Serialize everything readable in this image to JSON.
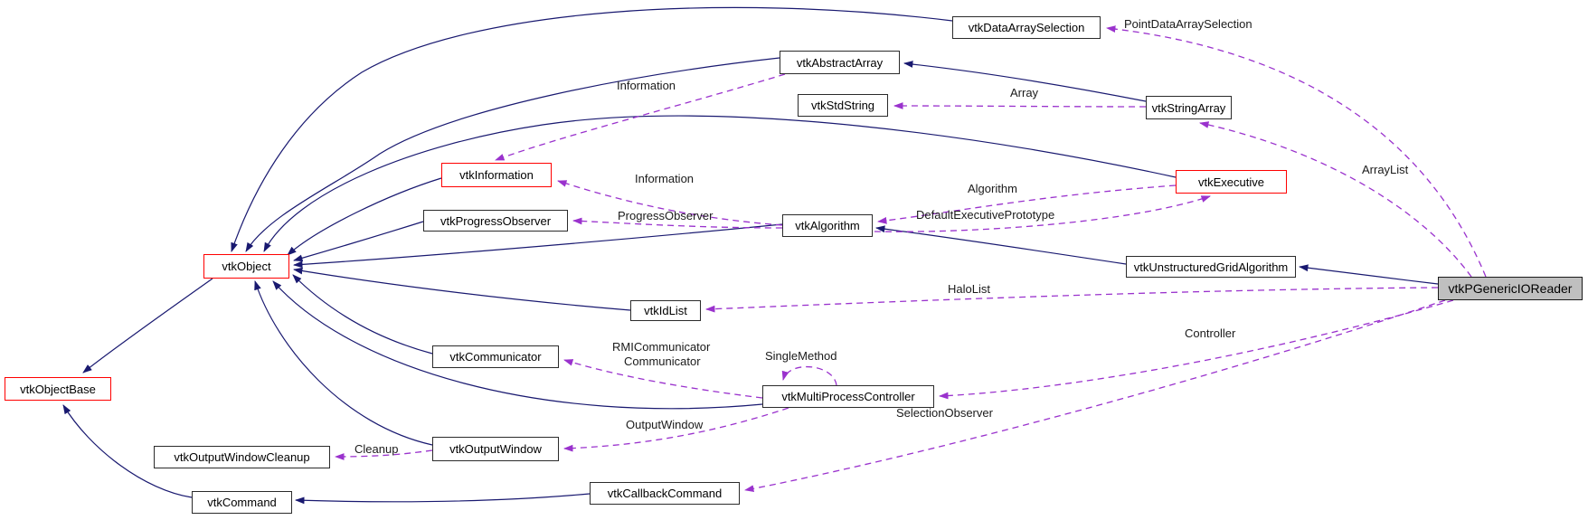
{
  "diagram_type": "class-collaboration-graph",
  "colors": {
    "inheritance_edge": "#191970",
    "usage_edge": "#9a32cd",
    "highlight_border": "#ff0000",
    "focus_fill": "#bfbfbf",
    "node_border": "#2b2b2b",
    "background": "#ffffff"
  },
  "nodes": [
    {
      "label": "vtkDataArraySelection",
      "style": "normal"
    },
    {
      "label": "vtkAbstractArray",
      "style": "normal"
    },
    {
      "label": "vtkStdString",
      "style": "normal"
    },
    {
      "label": "vtkStringArray",
      "style": "normal"
    },
    {
      "label": "vtkInformation",
      "style": "red-highlight"
    },
    {
      "label": "vtkExecutive",
      "style": "red-highlight"
    },
    {
      "label": "vtkProgressObserver",
      "style": "normal"
    },
    {
      "label": "vtkAlgorithm",
      "style": "normal"
    },
    {
      "label": "vtkObject",
      "style": "red-highlight"
    },
    {
      "label": "vtkUnstructuredGridAlgorithm",
      "style": "normal"
    },
    {
      "label": "vtkPGenericIOReader",
      "style": "focus-gray"
    },
    {
      "label": "vtkIdList",
      "style": "normal"
    },
    {
      "label": "vtkCommunicator",
      "style": "normal"
    },
    {
      "label": "vtkMultiProcessController",
      "style": "normal"
    },
    {
      "label": "vtkObjectBase",
      "style": "red-highlight"
    },
    {
      "label": "vtkOutputWindowCleanup",
      "style": "normal"
    },
    {
      "label": "vtkOutputWindow",
      "style": "normal"
    },
    {
      "label": "vtkCommand",
      "style": "normal"
    },
    {
      "label": "vtkCallbackCommand",
      "style": "normal"
    }
  ],
  "edge_labels": [
    {
      "text": "PointDataArraySelection"
    },
    {
      "text": "Information"
    },
    {
      "text": "Array"
    },
    {
      "text": "ArrayList"
    },
    {
      "text": "Information"
    },
    {
      "text": "Algorithm"
    },
    {
      "text": "DefaultExecutivePrototype"
    },
    {
      "text": "ProgressObserver"
    },
    {
      "text": "HaloList"
    },
    {
      "text": "Controller"
    },
    {
      "text": "RMICommunicator"
    },
    {
      "text": "Communicator"
    },
    {
      "text": "SingleMethod"
    },
    {
      "text": "SelectionObserver"
    },
    {
      "text": "OutputWindow"
    },
    {
      "text": "Cleanup"
    }
  ]
}
